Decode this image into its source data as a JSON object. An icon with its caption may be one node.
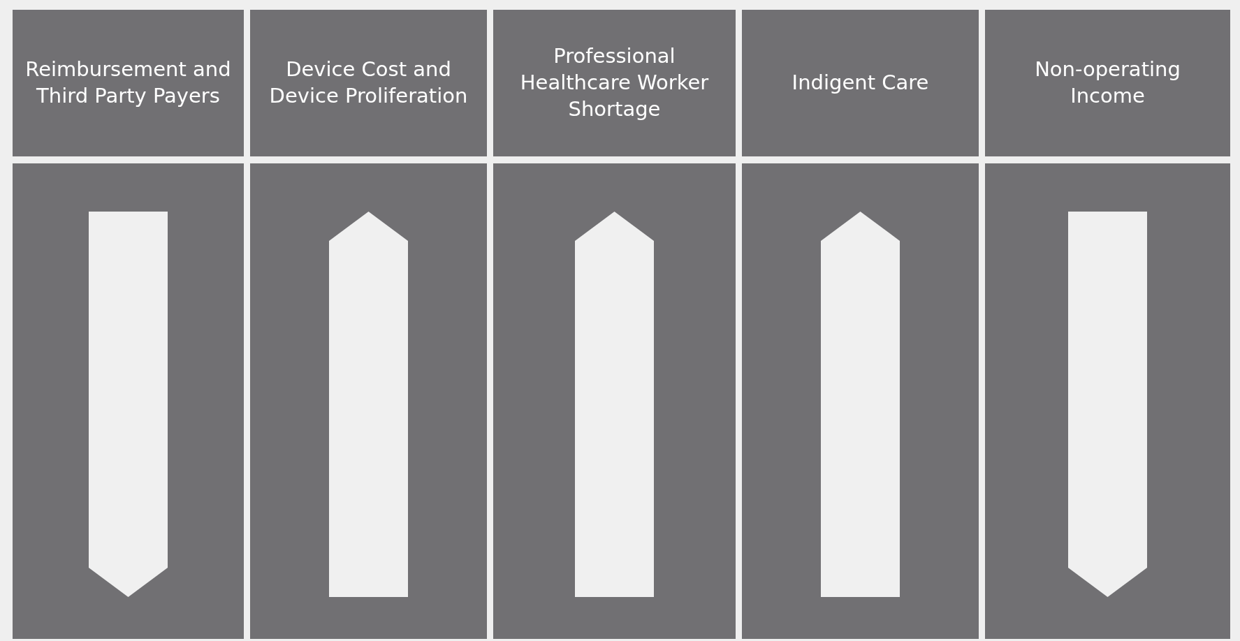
{
  "diagram": {
    "nodes": [
      {
        "text": [
          "Reimbursement and Third Party Payers"
        ]
      },
      {
        "text": [
          "Device Cost and Device Proliferation"
        ]
      },
      {
        "text": [
          "Professional Healthcare Worker Shortage"
        ]
      },
      {
        "text": [
          "Indigent Care"
        ]
      },
      {
        "text": [
          "Non-operating Income"
        ]
      },
      {
        "text": [],
        "shape": "box"
      },
      {
        "text": [],
        "shape": "box"
      },
      {
        "text": [],
        "shape": "box"
      },
      {
        "text": [],
        "shape": "box"
      },
      {
        "text": [],
        "shape": "box"
      },
      {
        "text": [],
        "shape": "down-arrow",
        "in": 5
      },
      {
        "text": [],
        "shape": "up-arrow",
        "in": 6
      },
      {
        "text": [],
        "shape": "up-arrow",
        "in": 7
      },
      {
        "text": [],
        "shape": "up-arrow",
        "in": 8
      },
      {
        "text": [],
        "shape": "down-arrow",
        "in": 9
      }
    ]
  }
}
